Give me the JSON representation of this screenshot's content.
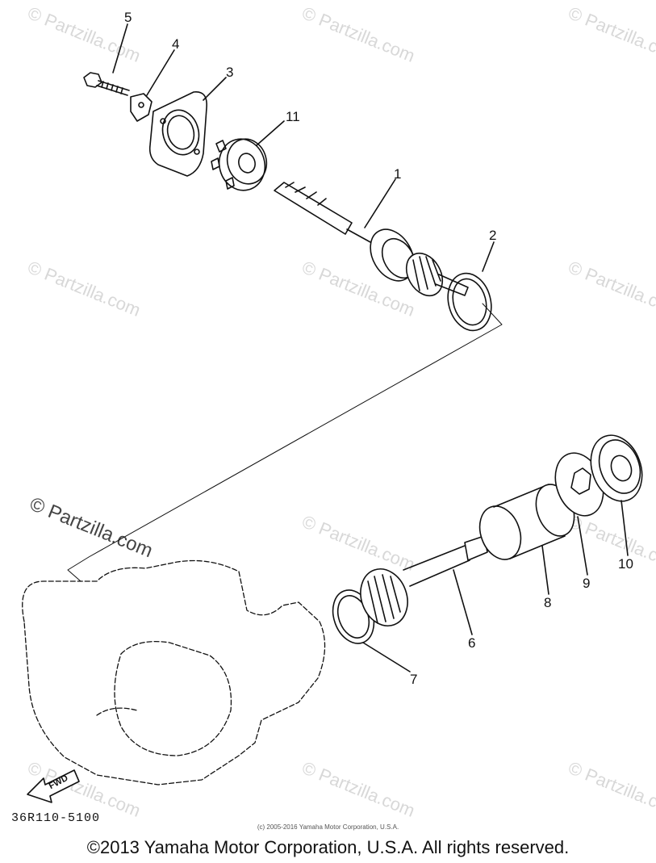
{
  "watermark": "© Partzilla.com",
  "callouts": {
    "c1": "1",
    "c2": "2",
    "c3": "3",
    "c4": "4",
    "c5": "5",
    "c6": "6",
    "c7": "7",
    "c8": "8",
    "c9": "9",
    "c10": "10",
    "c11": "11"
  },
  "fwd_label": "FWD",
  "diagram_code": "36R110-5100",
  "small_copyright": "(c) 2005-2016 Yamaha Motor Corporation, U.S.A.",
  "copyright": "©2013 Yamaha Motor Corporation, U.S.A. All rights reserved.",
  "colors": {
    "line": "#111111",
    "watermark": "#d8d8d8",
    "background": "#ffffff"
  }
}
